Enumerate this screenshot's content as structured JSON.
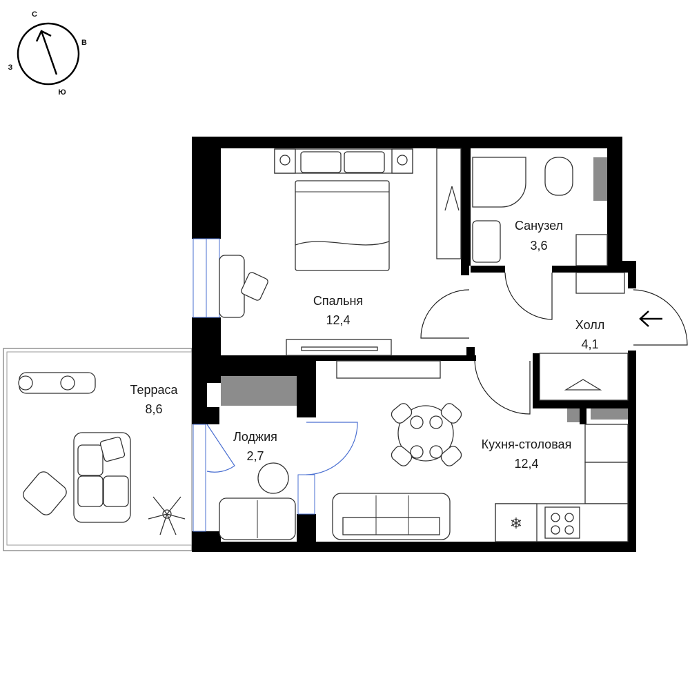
{
  "compass": {
    "north": "С",
    "east": "В",
    "west": "З",
    "south": "Ю"
  },
  "rooms": [
    {
      "name": "Спальня",
      "area": "12,4"
    },
    {
      "name": "Санузел",
      "area": "3,6"
    },
    {
      "name": "Холл",
      "area": "4,1"
    },
    {
      "name": "Кухня-столовая",
      "area": "12,4"
    },
    {
      "name": "Лоджия",
      "area": "2,7"
    },
    {
      "name": "Терраса",
      "area": "8,6"
    }
  ],
  "colors": {
    "wall": "#000000",
    "shaft": "#8c8c8c",
    "window": "#4a6fd1"
  }
}
